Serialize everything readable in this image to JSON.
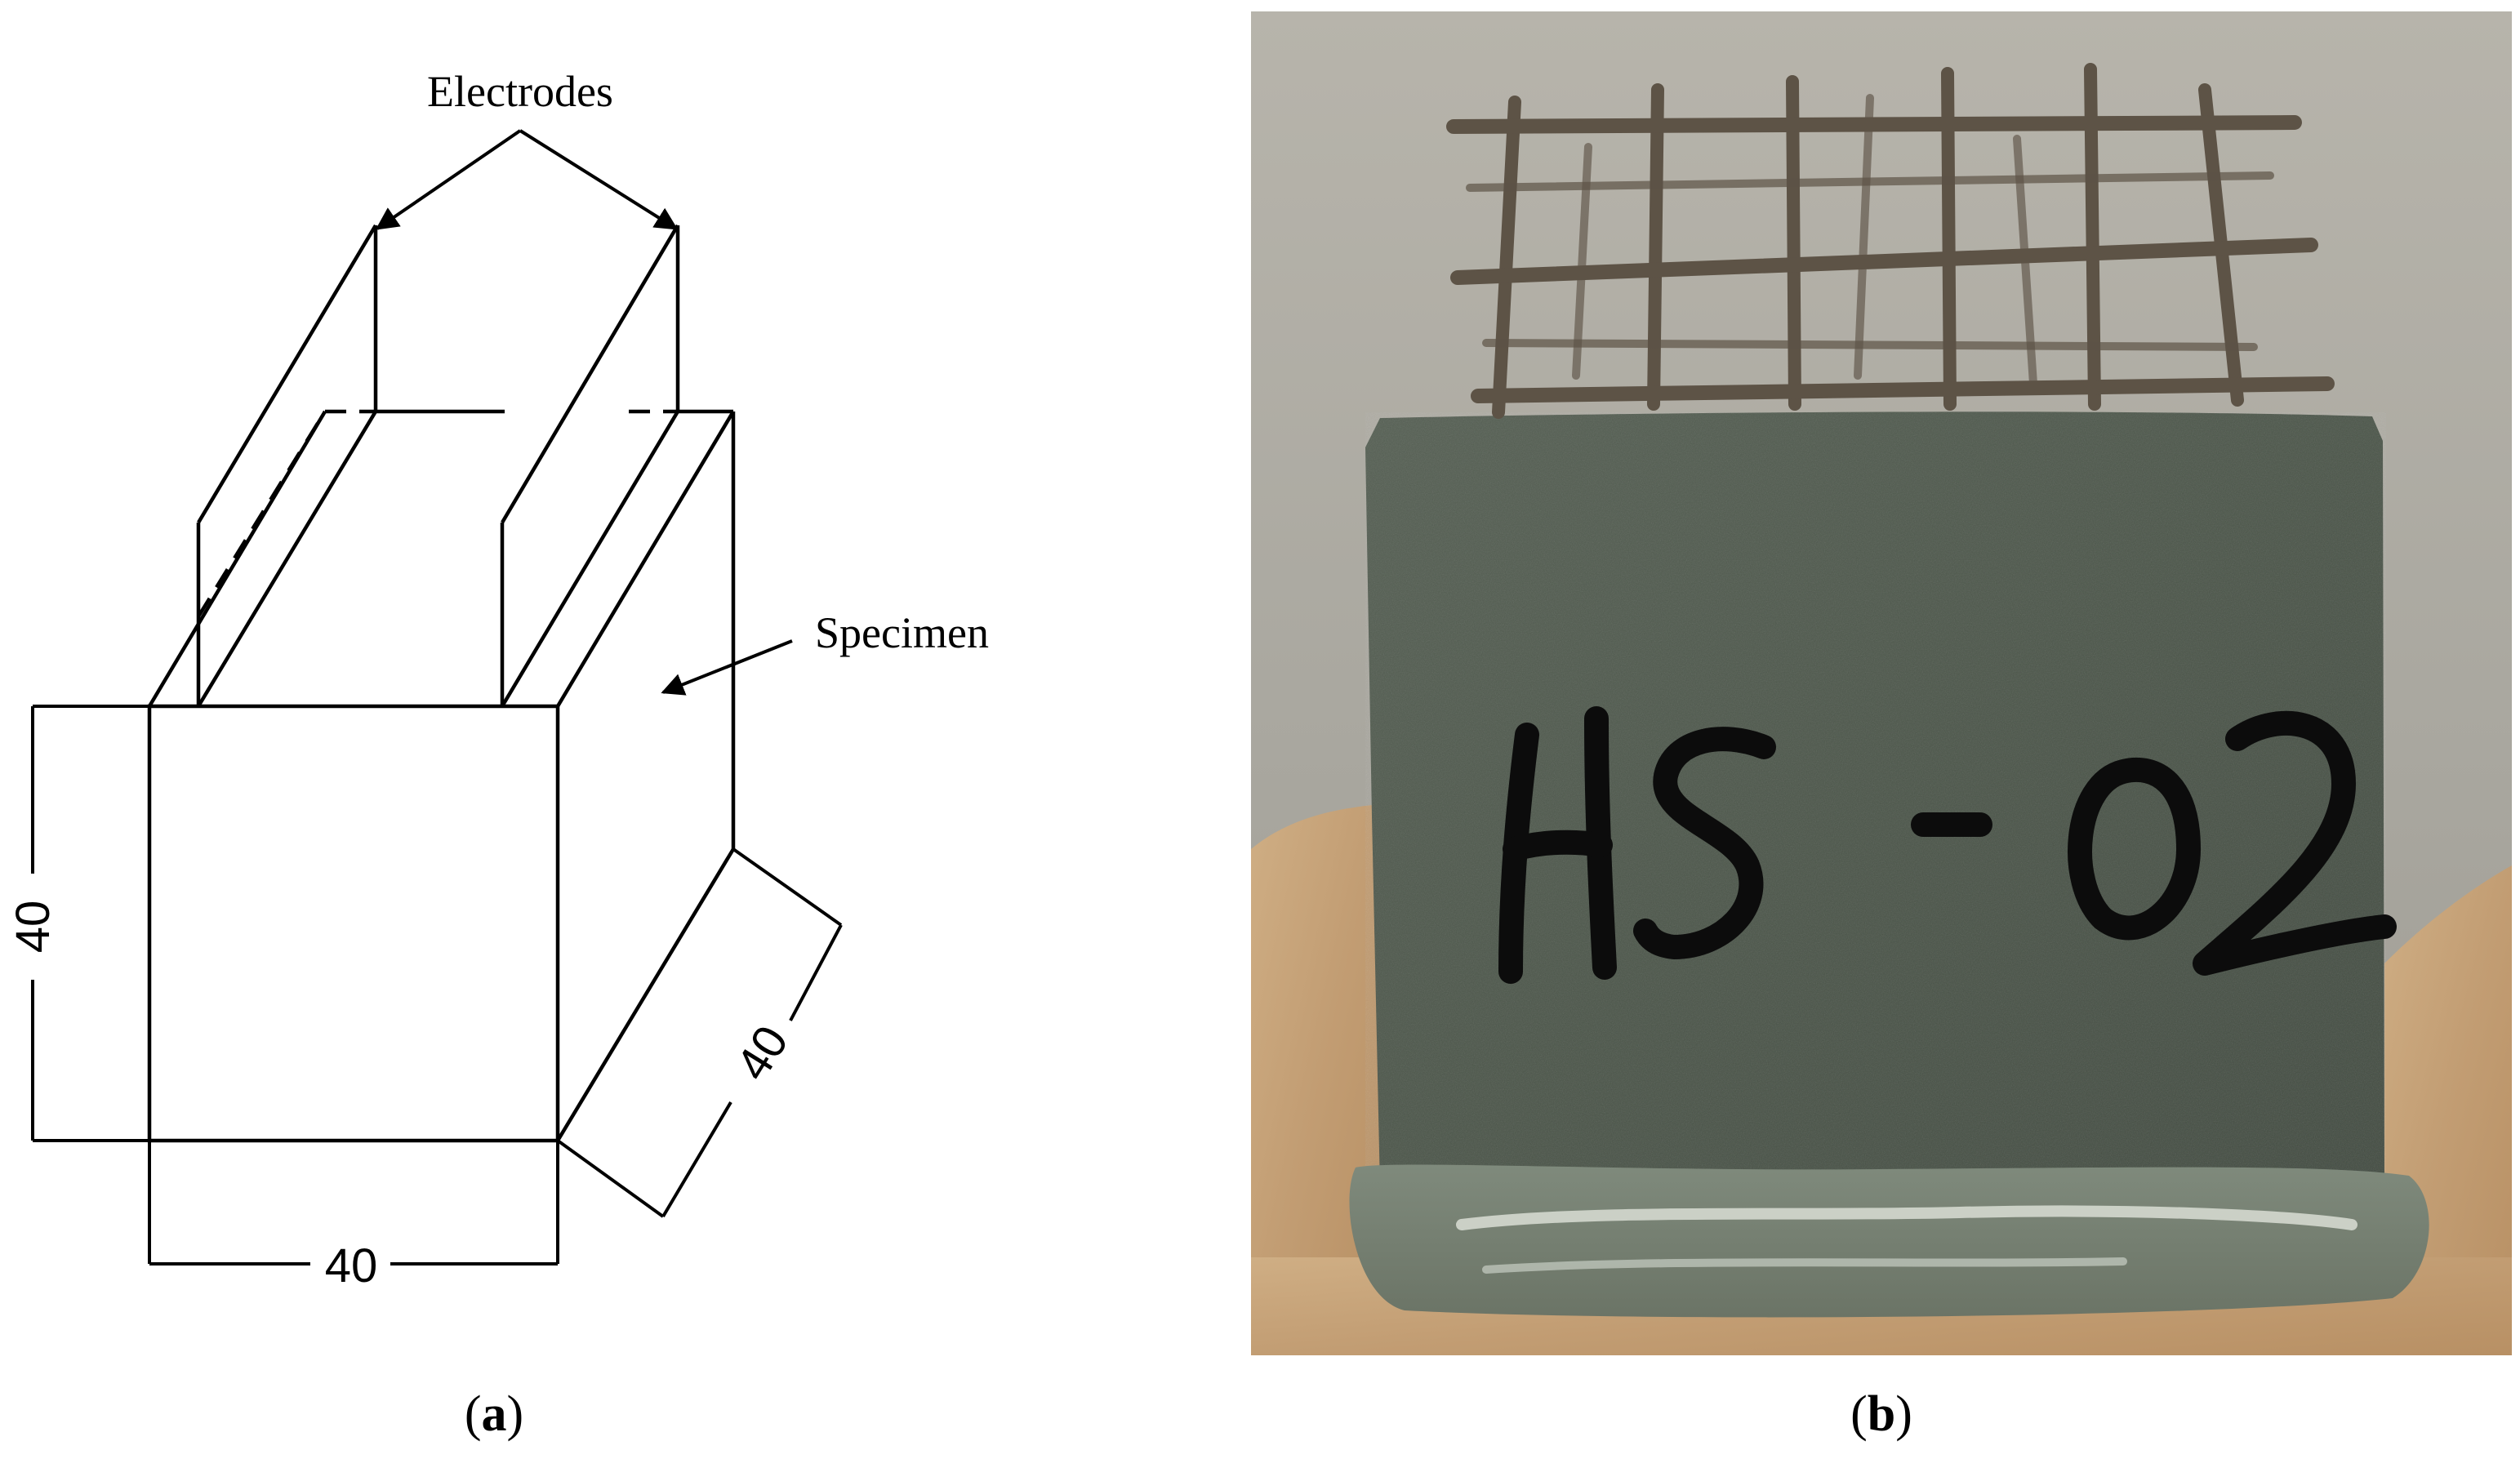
{
  "panel_a": {
    "label_electrodes": "Electrodes",
    "label_specimen": "Specimen",
    "dim_height": "40",
    "dim_width": "40",
    "dim_depth": "40",
    "caption_letter": "a"
  },
  "panel_b": {
    "specimen_marking": "HS-02",
    "caption_letter": "b"
  },
  "colors": {
    "line": "#000000",
    "background": "#ffffff",
    "photo_backdrop": "#b9b6ad",
    "concrete": "#4d564c",
    "wood_base": "#c9a77f",
    "electrode_mesh": "#5d5346"
  }
}
